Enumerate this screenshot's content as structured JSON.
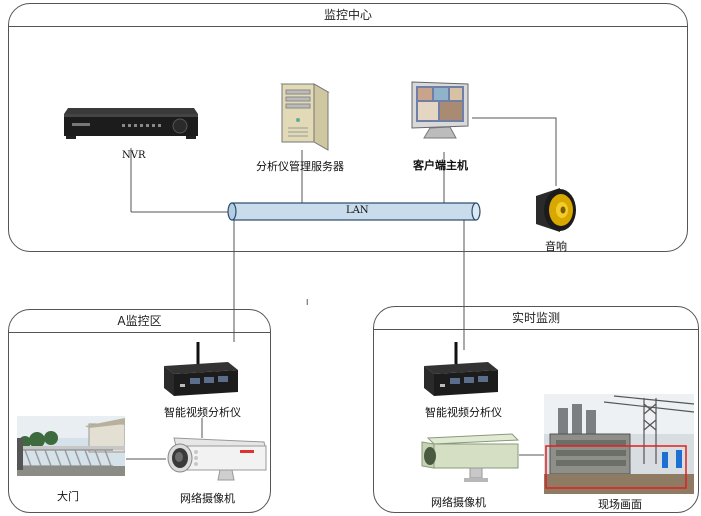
{
  "zones": {
    "monitor_center": {
      "title": "监控中心"
    },
    "area_a": {
      "title": "A监控区"
    },
    "realtime": {
      "title": "实时监测"
    }
  },
  "network": {
    "lan_label": "LAN"
  },
  "devices": {
    "nvr": {
      "label": "NVR"
    },
    "analyzer_server": {
      "label": "分析仪管理服务器"
    },
    "client_host": {
      "label": "客户端主机"
    },
    "speaker": {
      "label": "音响"
    },
    "analyzer_a": {
      "label": "智能视频分析仪"
    },
    "camera_a": {
      "label": "网络摄像机"
    },
    "gate": {
      "label": "大门"
    },
    "analyzer_rt": {
      "label": "智能视频分析仪"
    },
    "camera_rt": {
      "label": "网络摄像机"
    },
    "site_view": {
      "label": "现场画面"
    }
  },
  "stray_mark": "I",
  "colors": {
    "border": "#555555",
    "lan_fill": "#c9dcec",
    "lan_stroke": "#2a4a6a",
    "wire": "#555555",
    "alert_box": "#e02020"
  }
}
